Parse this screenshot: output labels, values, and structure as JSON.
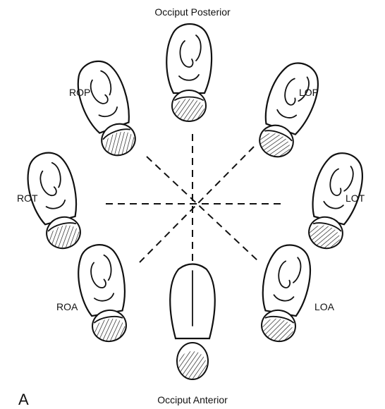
{
  "labels": {
    "top": "Occiput Posterior",
    "bottom": "Occiput Anterior",
    "rop": "ROP",
    "lop": "LOP",
    "rot": "ROT",
    "lot": "LOT",
    "roa": "ROA",
    "loa": "LOA",
    "panel": "A"
  }
}
